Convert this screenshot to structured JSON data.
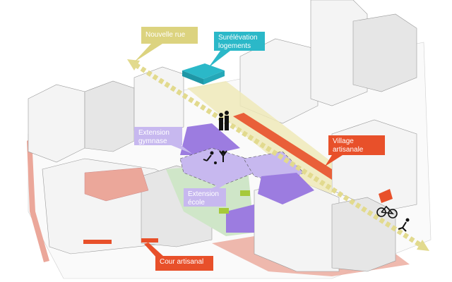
{
  "labels": {
    "nouvelle_rue": "Nouvelle rue",
    "surelevation": [
      "Surélévation",
      "logements"
    ],
    "extension_gymnase": [
      "Extension",
      "gymnase"
    ],
    "extension_ecole": [
      "Extension",
      "école"
    ],
    "village_artisanale": [
      "Village",
      "artisanale"
    ],
    "cour_artisanal": "Cour artisanal"
  },
  "colors": {
    "street": "#e2da8e",
    "housing": "#2bb8c8",
    "gym": "#c7b8ef",
    "gym_dark": "#9c7ce0",
    "school_green": "#cfe6c8",
    "craft": "#e8502a",
    "craft_light": "#eba79a"
  }
}
